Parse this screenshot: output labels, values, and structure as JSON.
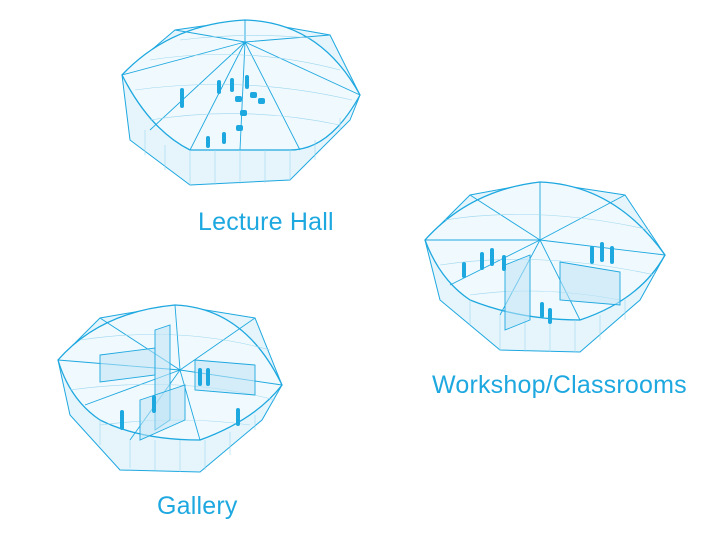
{
  "pavilions": [
    {
      "id": "lecture-hall",
      "caption": "Lecture Hall"
    },
    {
      "id": "workshop",
      "caption": "Workshop/Classrooms"
    },
    {
      "id": "gallery",
      "caption": "Gallery"
    }
  ],
  "colors": {
    "accent": "#1ea8e0",
    "mesh": "#9ed7ef",
    "fill": "#e6f5fc"
  }
}
